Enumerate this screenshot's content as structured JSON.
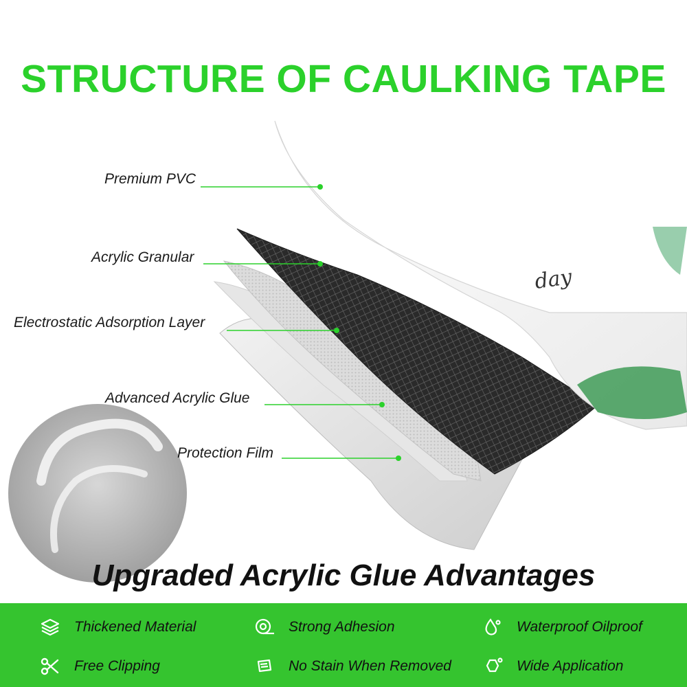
{
  "header": {
    "title": "STRUCTURE OF CAULKING TAPE"
  },
  "layers": [
    {
      "label": "Premium PVC"
    },
    {
      "label": "Acrylic Granular"
    },
    {
      "label": "Electrostatic Adsorption Layer"
    },
    {
      "label": "Advanced Acrylic Glue"
    },
    {
      "label": "Protection Film"
    }
  ],
  "tape_print": "day",
  "subheading": "Upgraded Acrylic Glue Advantages",
  "features": [
    {
      "label": "Thickened Material",
      "icon": "layers-icon"
    },
    {
      "label": "Strong Adhesion",
      "icon": "tape-roll-icon"
    },
    {
      "label": "Waterproof Oilproof",
      "icon": "water-drops-icon"
    },
    {
      "label": "Free Clipping",
      "icon": "scissors-icon"
    },
    {
      "label": "No Stain When Removed",
      "icon": "eraser-icon"
    },
    {
      "label": "Wide Application",
      "icon": "hexagon-icon"
    }
  ],
  "colors": {
    "accent": "#2bd12b",
    "band": "#35c42f",
    "leader_line": "#2bd12b"
  }
}
